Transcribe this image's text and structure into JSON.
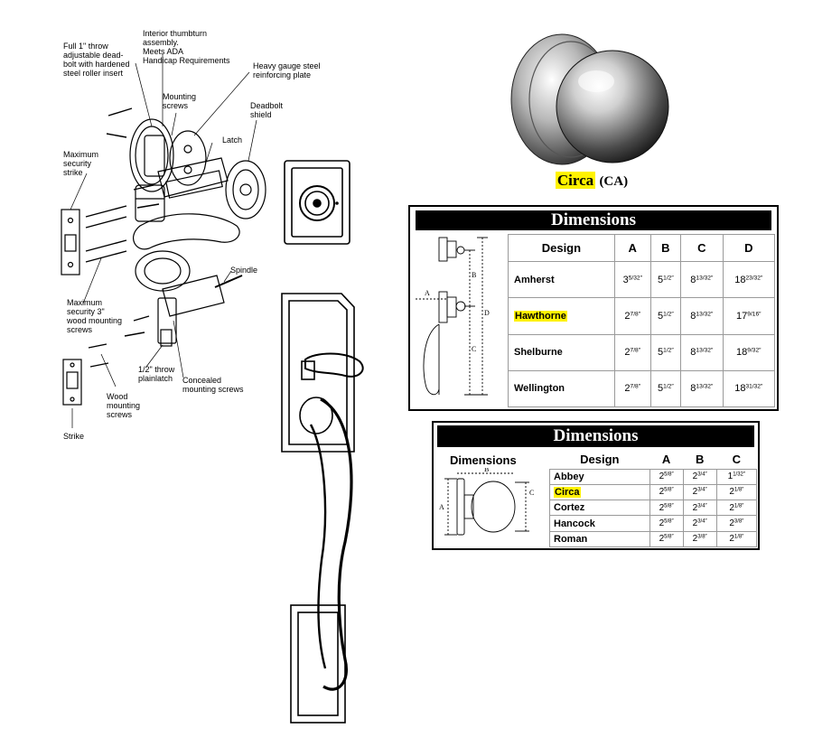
{
  "exploded_view": {
    "callouts": [
      {
        "id": "deadbolt-throw",
        "text": "Full 1\" throw\nadjustable dead-\nbolt with hardened\nsteel roller insert"
      },
      {
        "id": "thumbturn",
        "text": "Interior thumbturn\nassembly.\nMeets ADA\nHandicap Requirements"
      },
      {
        "id": "reinforcing-plate",
        "text": "Heavy gauge steel\nreinforcing plate"
      },
      {
        "id": "mounting-screws",
        "text": "Mounting\nscrews"
      },
      {
        "id": "deadbolt-shield",
        "text": "Deadbolt\nshield"
      },
      {
        "id": "latch",
        "text": "Latch"
      },
      {
        "id": "security-strike",
        "text": "Maximum\nsecurity\nstrike"
      },
      {
        "id": "spindle",
        "text": "Spindle"
      },
      {
        "id": "wood-screws-3",
        "text": "Maximum\nsecurity 3\"\nwood mounting\nscrews"
      },
      {
        "id": "plainlatch",
        "text": "1/2\" throw\nplainlatch"
      },
      {
        "id": "concealed-screws",
        "text": "Concealed\nmounting screws"
      },
      {
        "id": "wood-screws",
        "text": "Wood\nmounting\nscrews"
      },
      {
        "id": "strike",
        "text": "Strike"
      }
    ]
  },
  "knob": {
    "name": "Circa",
    "code": "(CA)"
  },
  "dimensions_handleset": {
    "title": "Dimensions",
    "figure_letters": [
      "A",
      "B",
      "C",
      "D"
    ],
    "headers": [
      "Design",
      "A",
      "B",
      "C",
      "D"
    ],
    "rows": [
      {
        "design": "Amherst",
        "highlight": false,
        "values": [
          [
            "3",
            "5/32"
          ],
          [
            "5",
            "1/2"
          ],
          [
            "8",
            "13/32"
          ],
          [
            "18",
            "23/32"
          ]
        ]
      },
      {
        "design": "Hawthorne",
        "highlight": true,
        "values": [
          [
            "2",
            "7/8"
          ],
          [
            "5",
            "1/2"
          ],
          [
            "8",
            "13/32"
          ],
          [
            "17",
            "9/16"
          ]
        ]
      },
      {
        "design": "Shelburne",
        "highlight": false,
        "values": [
          [
            "2",
            "7/8"
          ],
          [
            "5",
            "1/2"
          ],
          [
            "8",
            "13/32"
          ],
          [
            "18",
            "9/32"
          ]
        ]
      },
      {
        "design": "Wellington",
        "highlight": false,
        "values": [
          [
            "2",
            "7/8"
          ],
          [
            "5",
            "1/2"
          ],
          [
            "8",
            "13/32"
          ],
          [
            "18",
            "31/32"
          ]
        ]
      }
    ]
  },
  "dimensions_knob": {
    "title": "Dimensions",
    "figure_label": "Dimensions",
    "figure_letters": [
      "A",
      "B",
      "C"
    ],
    "headers": [
      "Design",
      "A",
      "B",
      "C"
    ],
    "rows": [
      {
        "design": "Abbey",
        "highlight": false,
        "values": [
          [
            "2",
            "5/8"
          ],
          [
            "2",
            "3/4"
          ],
          [
            "1",
            "1/32"
          ]
        ]
      },
      {
        "design": "Circa",
        "highlight": true,
        "values": [
          [
            "2",
            "5/8"
          ],
          [
            "2",
            "3/4"
          ],
          [
            "2",
            "1/8"
          ]
        ]
      },
      {
        "design": "Cortez",
        "highlight": false,
        "values": [
          [
            "2",
            "5/8"
          ],
          [
            "2",
            "3/4"
          ],
          [
            "2",
            "1/8"
          ]
        ]
      },
      {
        "design": "Hancock",
        "highlight": false,
        "values": [
          [
            "2",
            "5/8"
          ],
          [
            "2",
            "3/4"
          ],
          [
            "2",
            "3/8"
          ]
        ]
      },
      {
        "design": "Roman",
        "highlight": false,
        "values": [
          [
            "2",
            "5/8"
          ],
          [
            "2",
            "3/8"
          ],
          [
            "2",
            "1/8"
          ]
        ]
      }
    ]
  },
  "colors": {
    "highlight": "#fff200",
    "title_bar": "#000000"
  }
}
